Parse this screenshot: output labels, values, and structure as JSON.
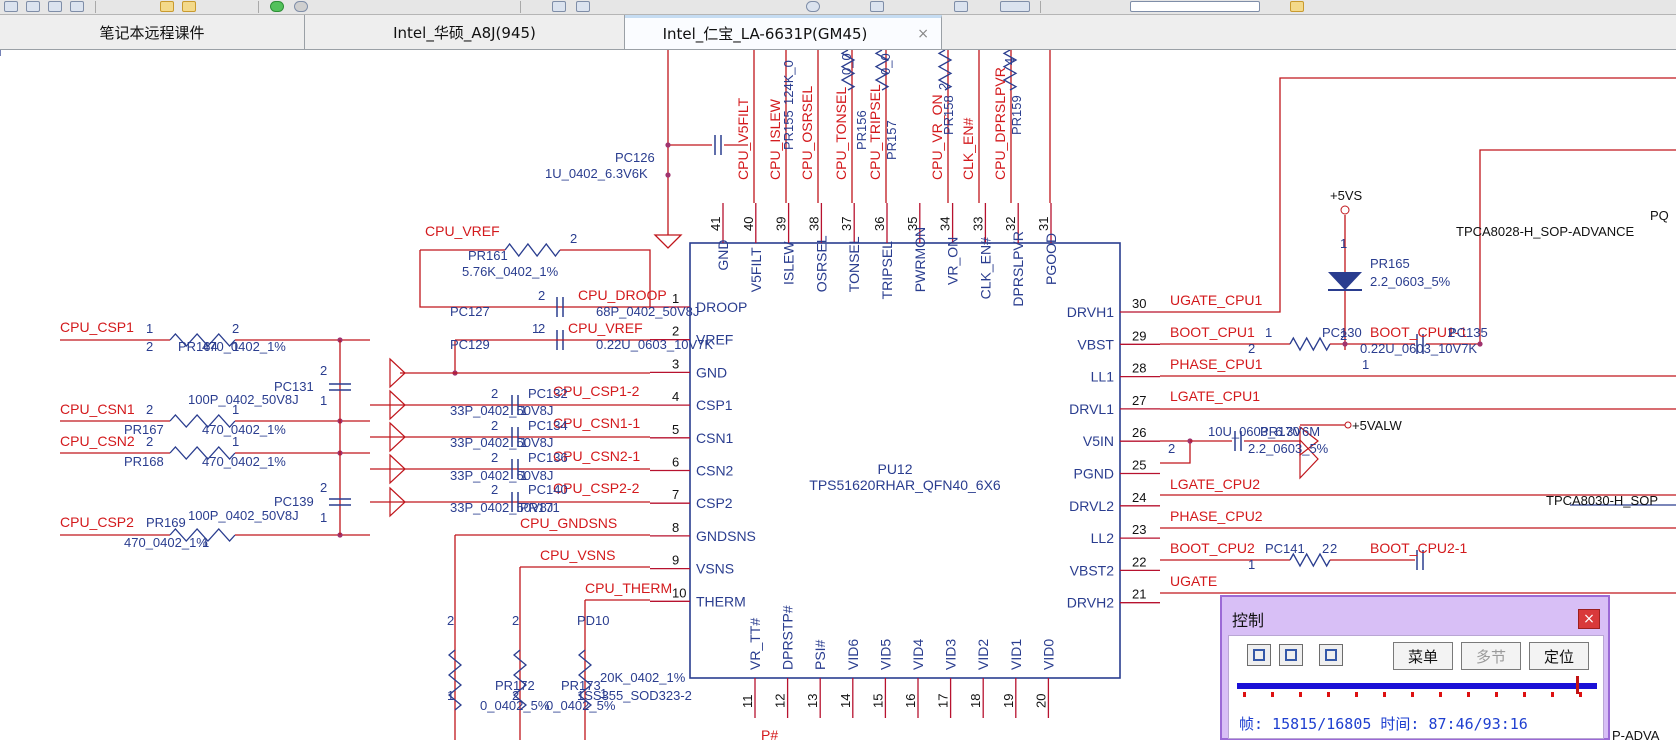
{
  "tabs": [
    {
      "label": "笔记本远程课件"
    },
    {
      "label": "Intel_华硕_A8J(945)"
    },
    {
      "label": "Intel_仁宝_LA-6631P(GM45)",
      "close": "×"
    }
  ],
  "schematic": {
    "ic": {
      "ref": "PU12",
      "part": "TPS51620RHAR_QFN40_6X6",
      "left_pins": [
        {
          "num": "1",
          "name": "DROOP"
        },
        {
          "num": "2",
          "name": "VREF"
        },
        {
          "num": "3",
          "name": "GND"
        },
        {
          "num": "4",
          "name": "CSP1"
        },
        {
          "num": "5",
          "name": "CSN1"
        },
        {
          "num": "6",
          "name": "CSN2"
        },
        {
          "num": "7",
          "name": "CSP2"
        },
        {
          "num": "8",
          "name": "GNDSNS"
        },
        {
          "num": "9",
          "name": "VSNS"
        },
        {
          "num": "10",
          "name": "THERM"
        }
      ],
      "right_pins": [
        {
          "num": "30",
          "name": "DRVH1"
        },
        {
          "num": "29",
          "name": "VBST"
        },
        {
          "num": "28",
          "name": "LL1"
        },
        {
          "num": "27",
          "name": "DRVL1"
        },
        {
          "num": "26",
          "name": "V5IN"
        },
        {
          "num": "25",
          "name": "PGND"
        },
        {
          "num": "24",
          "name": "DRVL2"
        },
        {
          "num": "23",
          "name": "LL2"
        },
        {
          "num": "22",
          "name": "VBST2"
        },
        {
          "num": "21",
          "name": "DRVH2"
        }
      ],
      "top_pins": [
        {
          "num": "41",
          "name": "GND"
        },
        {
          "num": "40",
          "name": "V5FILT"
        },
        {
          "num": "39",
          "name": "ISLEW"
        },
        {
          "num": "38",
          "name": "OSRSEL"
        },
        {
          "num": "37",
          "name": "TONSEL"
        },
        {
          "num": "36",
          "name": "TRIPSEL"
        },
        {
          "num": "35",
          "name": "PWRMON"
        },
        {
          "num": "34",
          "name": "VR_ON"
        },
        {
          "num": "33",
          "name": "CLK_EN#"
        },
        {
          "num": "32",
          "name": "DPRSLPVR"
        },
        {
          "num": "31",
          "name": "PGOOD"
        }
      ],
      "bottom_pins": [
        {
          "num": "11",
          "name": "VR_TT#"
        },
        {
          "num": "12",
          "name": "DPRSTP#"
        },
        {
          "num": "13",
          "name": "PSI#"
        },
        {
          "num": "14",
          "name": "VID6"
        },
        {
          "num": "15",
          "name": "VID5"
        },
        {
          "num": "16",
          "name": "VID4"
        },
        {
          "num": "17",
          "name": "VID3"
        },
        {
          "num": "18",
          "name": "VID2"
        },
        {
          "num": "19",
          "name": "VID1"
        },
        {
          "num": "20",
          "name": "VID0"
        }
      ]
    },
    "top_nets": [
      {
        "text": "CPU_V5FILT"
      },
      {
        "text": "CPU_ISLEW"
      },
      {
        "text": "CPU_OSRSEL"
      },
      {
        "text": "CPU_TONSEL"
      },
      {
        "text": "CPU_TRIPSEL"
      },
      {
        "text": "CPU_VR_ON"
      },
      {
        "text": "CLK_EN#"
      },
      {
        "text": "CPU_DPRSLPVR"
      }
    ],
    "top_blue_labels": [
      {
        "text": "124K_0"
      },
      {
        "text": "PR155"
      },
      {
        "text": "0_0"
      },
      {
        "text": "PR156"
      },
      {
        "text": "0_0"
      },
      {
        "text": "PR157"
      },
      {
        "text": "2"
      },
      {
        "text": "PR158"
      },
      {
        "text": "4"
      },
      {
        "text": "PR159"
      }
    ],
    "red_labels": [
      {
        "text": "CPU_VREF"
      },
      {
        "text": "CPU_DROOP"
      },
      {
        "text": "CPU_VREF"
      },
      {
        "text": "CPU_CSP1"
      },
      {
        "text": "CPU_CSN1"
      },
      {
        "text": "CPU_CSN2"
      },
      {
        "text": "CPU_CSP2"
      },
      {
        "text": "CPU_CSP1-2"
      },
      {
        "text": "CPU_CSN1-1"
      },
      {
        "text": "CPU_CSN2-1"
      },
      {
        "text": "CPU_CSP2-2"
      },
      {
        "text": "CPU_GNDSNS"
      },
      {
        "text": "CPU_VSNS"
      },
      {
        "text": "CPU_THERM"
      },
      {
        "text": "UGATE_CPU1"
      },
      {
        "text": "BOOT_CPU1"
      },
      {
        "text": "BOOT_CPU1-1"
      },
      {
        "text": "PHASE_CPU1"
      },
      {
        "text": "LGATE_CPU1"
      },
      {
        "text": "LGATE_CPU2"
      },
      {
        "text": "PHASE_CPU2"
      },
      {
        "text": "BOOT_CPU2"
      },
      {
        "text": "BOOT_CPU2-1"
      },
      {
        "text": "UGATE"
      },
      {
        "text": "P#"
      }
    ],
    "blue_labels": [
      {
        "text": "PC126"
      },
      {
        "text": "1U_0402_6.3V6K"
      },
      {
        "text": "2"
      },
      {
        "text": "PR161"
      },
      {
        "text": "5.76K_0402_1%"
      },
      {
        "text": "2"
      },
      {
        "text": "PC127"
      },
      {
        "text": "68P_0402_50V8J"
      },
      {
        "text": "1"
      },
      {
        "text": "2"
      },
      {
        "text": "PC129"
      },
      {
        "text": "0.22U_0603_10V7K"
      },
      {
        "text": "1"
      },
      {
        "text": "2"
      },
      {
        "text": "2"
      },
      {
        "text": "1"
      },
      {
        "text": "PR164"
      },
      {
        "text": "470_0402_1%"
      },
      {
        "text": "PC131"
      },
      {
        "text": "100P_0402_50V8J"
      },
      {
        "text": "2"
      },
      {
        "text": "1"
      },
      {
        "text": "2"
      },
      {
        "text": "1"
      },
      {
        "text": "PR167"
      },
      {
        "text": "470_0402_1%"
      },
      {
        "text": "2"
      },
      {
        "text": "1"
      },
      {
        "text": "PR168"
      },
      {
        "text": "470_0402_1%"
      },
      {
        "text": "PC139"
      },
      {
        "text": "100P_0402_50V8J"
      },
      {
        "text": "2"
      },
      {
        "text": "1"
      },
      {
        "text": "PR169"
      },
      {
        "text": "470_0402_1%"
      },
      {
        "text": "1"
      },
      {
        "text": "2"
      },
      {
        "text": "PC132"
      },
      {
        "text": "33P_0402_50V8J"
      },
      {
        "text": "1"
      },
      {
        "text": "2"
      },
      {
        "text": "PC134"
      },
      {
        "text": "33P_0402_50V8J"
      },
      {
        "text": "1"
      },
      {
        "text": "2"
      },
      {
        "text": "PC136"
      },
      {
        "text": "33P_0402_50V8J"
      },
      {
        "text": "1"
      },
      {
        "text": "2"
      },
      {
        "text": "PC140"
      },
      {
        "text": "33P_0402_50V8J"
      },
      {
        "text": "PR171"
      },
      {
        "text": "0_0402_5%"
      },
      {
        "text": "PR172"
      },
      {
        "text": "0_0402_5%"
      },
      {
        "text": "PR173"
      },
      {
        "text": "20K_0402_1%"
      },
      {
        "text": "1"
      },
      {
        "text": "2"
      },
      {
        "text": "1"
      },
      {
        "text": "2"
      },
      {
        "text": "2"
      },
      {
        "text": "PD10"
      },
      {
        "text": "1SS355_SOD323-2"
      },
      {
        "text": "1"
      },
      {
        "text": "PR165"
      },
      {
        "text": "2.2_0603_5%"
      },
      {
        "text": "2"
      },
      {
        "text": "1"
      },
      {
        "text": "2"
      },
      {
        "text": "PC130"
      },
      {
        "text": "0.22U_0603_10V7K"
      },
      {
        "text": "1"
      },
      {
        "text": "2"
      },
      {
        "text": "PC135"
      },
      {
        "text": "10U_0603_6.3V6M"
      },
      {
        "text": "2"
      },
      {
        "text": "PR170"
      },
      {
        "text": "2.2_0603_5%"
      },
      {
        "text": "2"
      },
      {
        "text": "PC141"
      },
      {
        "text": "1"
      },
      {
        "text": "2"
      }
    ],
    "black_labels": [
      {
        "text": "+5VS"
      },
      {
        "text": "PQ"
      },
      {
        "text": "TPCA8028-H_SOP-ADVANCE"
      },
      {
        "text": "+5VALW"
      },
      {
        "text": "TPCA8030-H_SOP"
      },
      {
        "text": "P-ADVA"
      }
    ]
  },
  "control_panel": {
    "title": "控制",
    "close": "×",
    "menu_label": "菜单",
    "multi_label": "多节",
    "locate_label": "定位",
    "status": "帧: 15815/16805 时间: 87:46/93:16",
    "progress": 0.941
  },
  "colors": {
    "wire": "#c0161c",
    "component": "#2a3d8f",
    "pin": "#b7122f",
    "net_label": "#d3191c",
    "panel_bg": "#d8bff6"
  }
}
